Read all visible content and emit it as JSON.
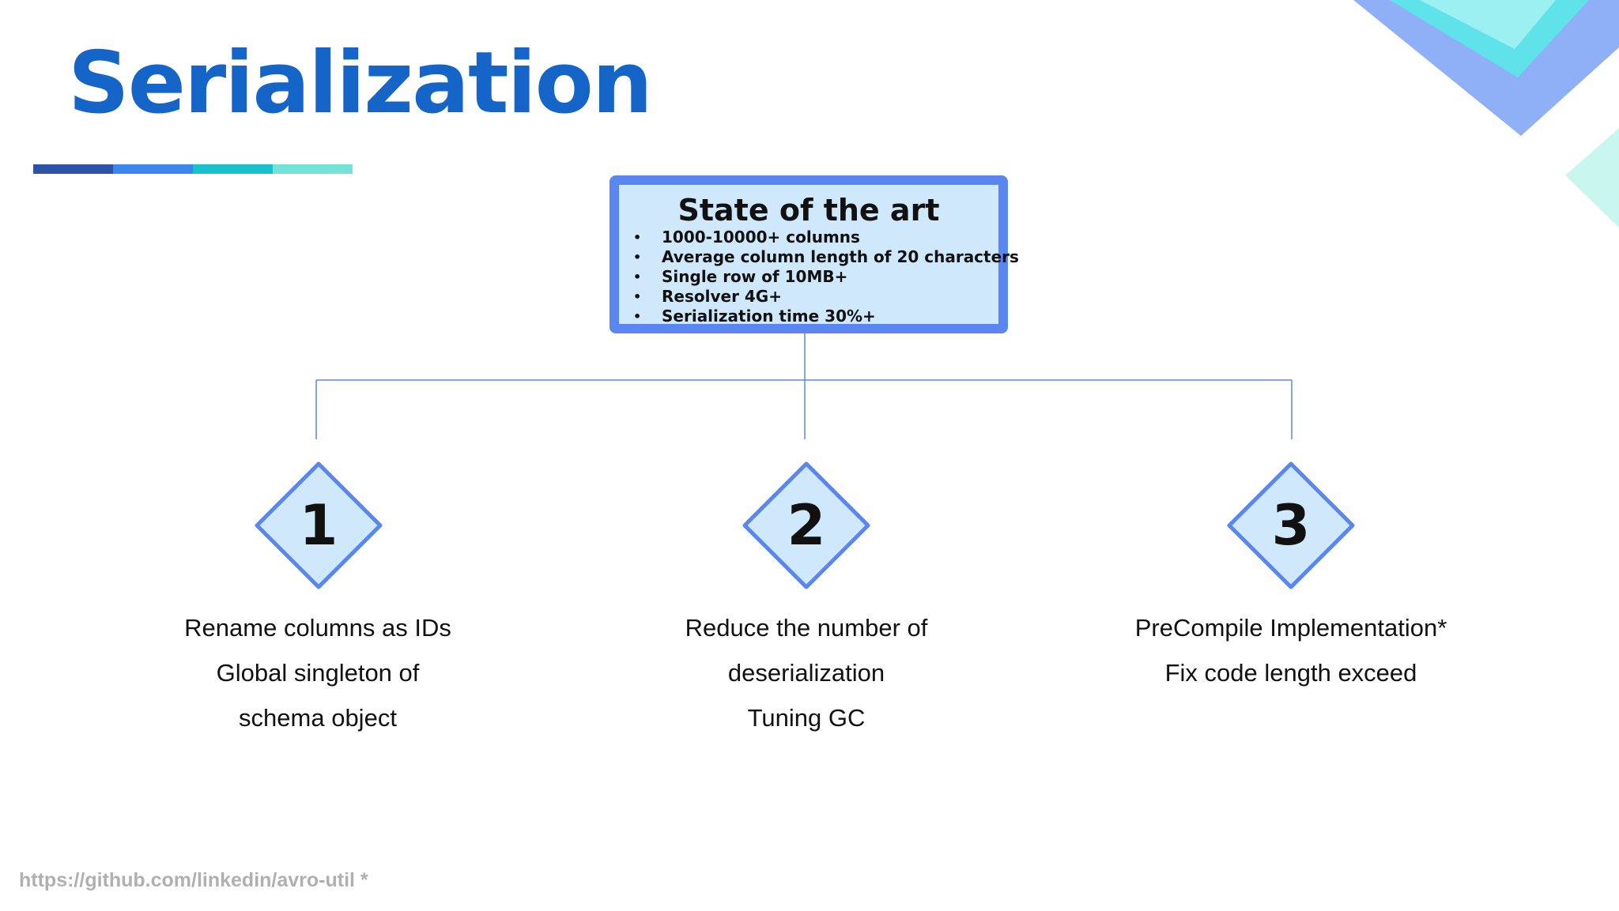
{
  "slide": {
    "title": "Serialization",
    "title_bar_colors": [
      "#2d52a8",
      "#3a86f0",
      "#19c1cd",
      "#72e3d6"
    ],
    "top_box": {
      "heading": "State of the art",
      "bullets": [
        "1000-10000+ columns",
        "Average column length of 20 characters",
        "Single row of 10MB+",
        "Resolver 4G+",
        "Serialization time 30%+"
      ]
    },
    "steps": [
      {
        "number": "1",
        "lines": [
          "Rename columns as IDs",
          "Global singleton of",
          "schema object"
        ]
      },
      {
        "number": "2",
        "lines": [
          "Reduce the number of",
          "deserialization",
          "Tuning GC"
        ]
      },
      {
        "number": "3",
        "lines": [
          "PreCompile Implementation*",
          "Fix code length exceed"
        ]
      }
    ],
    "footnote": "https://github.com/linkedin/avro-util *"
  },
  "colors": {
    "title": "#1565c8",
    "box_border": "#5a86ef",
    "box_fill": "#cfe8fb",
    "connector": "#5a86ef",
    "diamond_border": "#5a86ef",
    "diamond_fill": "#cfe8fb",
    "footnote": "#b0b0b0"
  }
}
